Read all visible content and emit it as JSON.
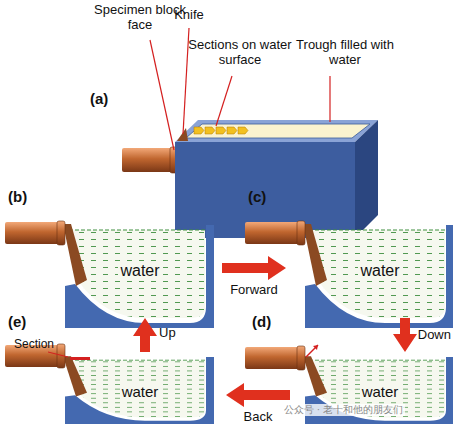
{
  "diagram": {
    "labels": [
      "(a)",
      "Specimen block face",
      "Knife",
      "Sections on water surface",
      "Trough filled with water",
      "(b)",
      "(c)",
      "(d)",
      "(e)",
      "water",
      "water",
      "water",
      "water",
      "Forward",
      "Down",
      "Back",
      "Up",
      "Section",
      "公众号 · 老十和他的朋友们"
    ]
  }
}
